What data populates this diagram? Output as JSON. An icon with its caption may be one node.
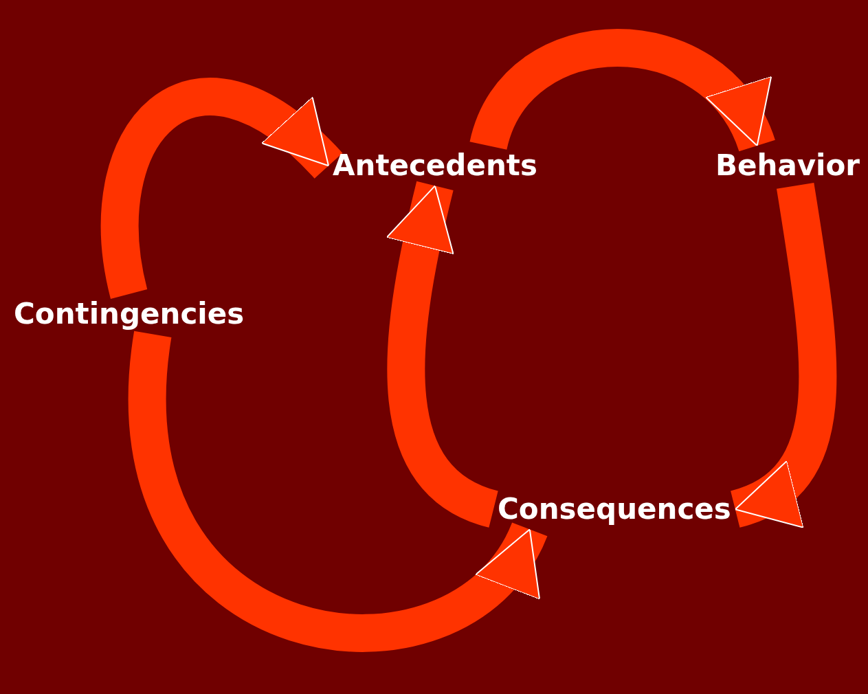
{
  "diagram": {
    "nodes": [
      {
        "text": [
          "Antecedents"
        ]
      },
      {
        "text": [
          "Behavior"
        ]
      },
      {
        "text": [
          "Consequences"
        ]
      },
      {
        "text": [
          "Contingencies"
        ]
      }
    ],
    "edges": [
      {
        "from": 0,
        "to": 1,
        "arrow": "to"
      },
      {
        "from": 1,
        "to": 2,
        "arrow": "to"
      },
      {
        "from": 2,
        "to": 0,
        "arrow": "to"
      },
      {
        "from": 3,
        "to": 0,
        "arrow": "to"
      },
      {
        "from": 3,
        "to": 2,
        "arrow": "to"
      }
    ]
  }
}
